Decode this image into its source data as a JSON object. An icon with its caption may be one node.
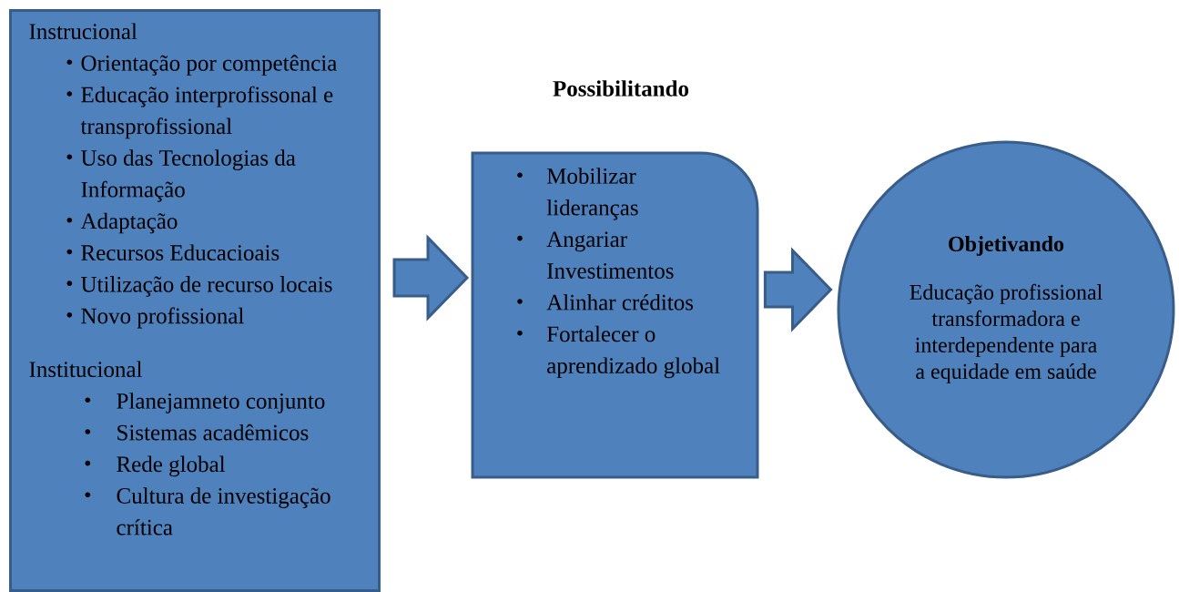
{
  "diagram": {
    "nodes": [
      {
        "text": [
          "Instrucional",
          "Orientação por competência",
          "Educação interprofissonal e transprofissional",
          "Uso das Tecnologias da Informação",
          "Adaptação",
          "Recursos Educacioais",
          "Utilização de recurso locais",
          "Novo profissional",
          "Institucional",
          "Planejamneto conjunto",
          "Sistemas acadêmicos",
          "Rede global",
          "Cultura de investigação crítica"
        ]
      },
      {
        "text": [
          "Possibilitando",
          "Mobilizar lideranças",
          "Angariar Investimentos",
          "Alinhar créditos",
          "Fortalecer o aprendizado global"
        ]
      },
      {
        "text": [
          "Objetivando",
          "Educação profissional transformadora e interdependente para a equidade em saúde"
        ]
      }
    ],
    "edges": [
      {
        "from": 0,
        "to": 1,
        "arrow": "to"
      },
      {
        "from": 1,
        "to": 2,
        "arrow": "to"
      }
    ]
  }
}
